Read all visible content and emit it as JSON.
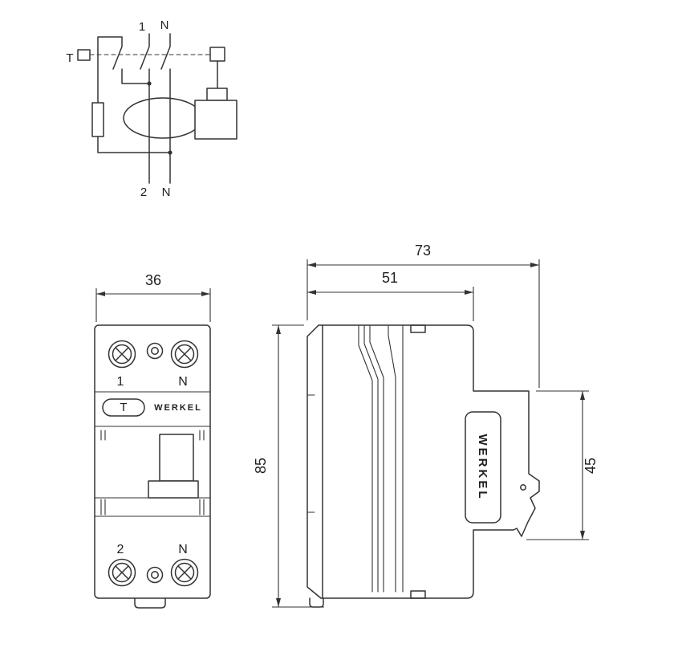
{
  "colors": {
    "line": "#333333",
    "text": "#1f1f1f",
    "background": "#ffffff"
  },
  "schematic": {
    "label_pole1_in": "1",
    "label_poleN_in": "N",
    "label_test": "T",
    "label_pole1_out": "2",
    "label_poleN_out": "N"
  },
  "front_view": {
    "dim_width": "36",
    "label_terminal1": "1",
    "label_terminalN_top": "N",
    "test_button": "T",
    "brand": "WERKEL",
    "label_terminal2": "2",
    "label_terminalN_bottom": "N"
  },
  "side_view": {
    "dim_overall_depth": "73",
    "dim_body_depth": "51",
    "dim_height": "85",
    "dim_rear_height": "45",
    "brand": "WERKEL"
  }
}
